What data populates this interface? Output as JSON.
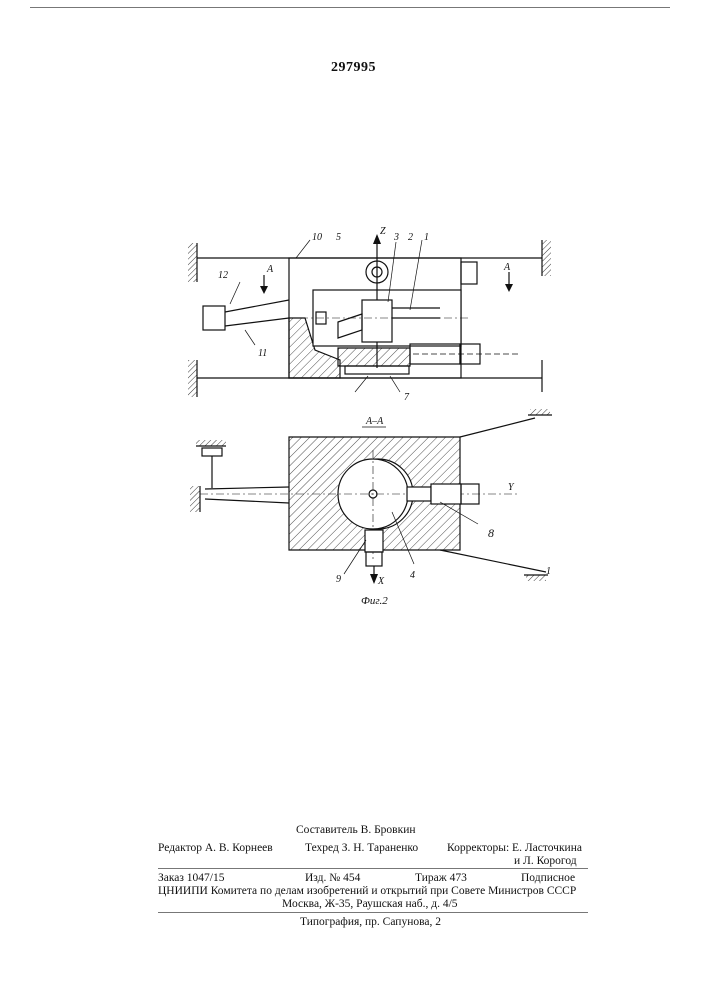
{
  "patent_number": "297995",
  "figure": {
    "caption": "Фиг.2",
    "section_label": "A–A",
    "labels": {
      "l1": "1",
      "l2": "2",
      "l3": "3",
      "l4": "4",
      "l5": "5",
      "l7": "7",
      "l8": "8",
      "l9": "9",
      "l10": "10",
      "l11": "11",
      "l12": "12",
      "z": "Z",
      "x": "X",
      "y": "Y",
      "a_left": "A",
      "a_right": "A"
    }
  },
  "imprint": {
    "compiler": "Составитель В. Бровкин",
    "editor": "Редактор А. В. Корнеев",
    "techred": "Техред З. Н. Тараненко",
    "correctors_1": "Корректоры: Е. Ласточкина",
    "correctors_2": "и Л. Корогод",
    "order": "Заказ 1047/15",
    "izd": "Изд. № 454",
    "tirazh": "Тираж 473",
    "podpisnoe": "Подписное",
    "org": "ЦНИИПИ Комитета по делам изобретений и открытий при Совете Министров СССР",
    "address": "Москва, Ж-35, Раушская наб., д. 4/5",
    "typography": "Типография, пр. Сапунова, 2"
  }
}
